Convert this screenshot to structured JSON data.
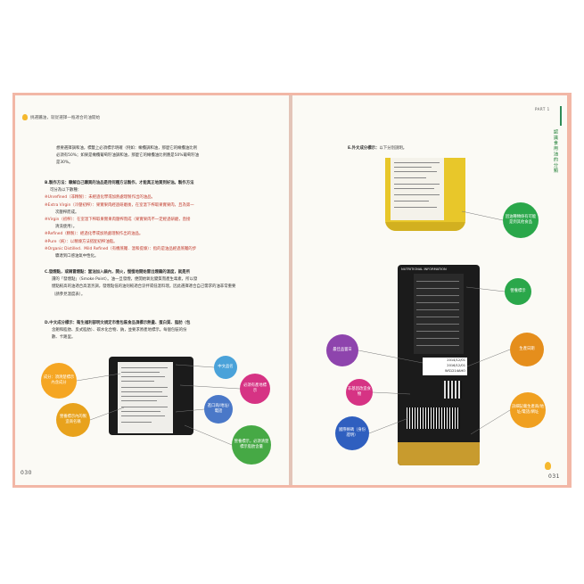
{
  "left_page": {
    "header": "挑選醬油，就從選擇一瓶適合的油開始",
    "page_number": "030",
    "intro": [
      "想要選擇調和油，標籤上必須標示明確（例如：橄欖調和油，那麼它的橄欖油比例",
      "必須有50%；如果是橄欖葡萄籽油調和油，那麼它的橄欖油比例應是50%葡萄籽油",
      "是30%。"
    ],
    "sections": [
      {
        "lines": [
          {
            "t": "B.製作方法：瞭解自己購買的油品是用何種方法製作，才能真正地買到好油。製作方法",
            "style": "bold"
          },
          {
            "t": "可分為以下數種：",
            "style": ""
          },
          {
            "t": "※Unrefined（非精製）：未經過化學或加熱處理製作出的油品。",
            "style": "hl"
          },
          {
            "t": "※Extra Virgin（冷壓初榨）：果實果肉經過研磨後，在室溫下榨取果實果肉，且為第一",
            "style": "hl"
          },
          {
            "t": "次壓榨而成。",
            "style": ""
          },
          {
            "t": "※Virgin（初榨）：在室溫下榨取果實果肉壓榨而成（果實果肉不一定經過研磨，直接",
            "style": "hl"
          },
          {
            "t": "清洗使用）。",
            "style": ""
          },
          {
            "t": "※Refined（精製）：經過化學或加熱處理製作出的油品。",
            "style": "hl"
          },
          {
            "t": "※Pure（純）：以精煉方法搭配初榨油脂。",
            "style": "hl"
          },
          {
            "t": "※Organic Distilled．Mild Refined（有機蒸餾．溫和提煉）：指的是油品經過蒸餾的步",
            "style": "hl"
          },
          {
            "t": "驟達到口感油氣中性化。",
            "style": ""
          }
        ]
      },
      {
        "lines": [
          {
            "t": "C.發煙點，或稱冒煙點：當油加入鍋內，開火，慢慢地開始冒出煙霧的溫度，就是所",
            "style": "bold"
          },
          {
            "t": "謂的「發煙點」（Smoke Point）。油一旦發煙，便開始氧化變質而產生毒素，所以發",
            "style": ""
          },
          {
            "t": "煙點較高的油適合高溫烹調，發煙點低的油則較適合涼拌或低溫料理。因此選擇適合自己需求的油非常重要",
            "style": ""
          },
          {
            "t": "（請參見溫度表）。",
            "style": ""
          }
        ]
      },
      {
        "lines": [
          {
            "t": "D.中文成分標示：衛生福利部明文規定市售包裝食品須標示熱量、蛋白質、脂肪（包",
            "style": "bold"
          },
          {
            "t": "含飽和脂肪、反式脂肪）、碳水化合物、鈉，並要求原產地標示。每個包裝的份",
            "style": ""
          },
          {
            "t": "數、卡路里。",
            "style": ""
          }
        ]
      }
    ],
    "circles": [
      {
        "key": "ingredients",
        "text": "成分：須清楚標示內含成分",
        "color": "#f5a623"
      },
      {
        "key": "nutrition",
        "text": "營養標示內的製造商名稱",
        "color": "#e8a21c"
      },
      {
        "key": "name",
        "text": "中文品名",
        "color": "#4aa2d9"
      },
      {
        "key": "origin",
        "text": "必須有產地標示",
        "color": "#d63384"
      },
      {
        "key": "importer",
        "text": "進口商/地址/電話",
        "color": "#4a78c8"
      },
      {
        "key": "label",
        "text": "營養標示，必須清楚標示脂肪含量",
        "color": "#46a945"
      }
    ]
  },
  "right_page": {
    "part_label": "PART 1",
    "side_tab": "認識食用油的分類",
    "page_number": "031",
    "heading_prefix": "E.外文成分標示：",
    "heading_rest": "以下分別說明。",
    "circles": [
      {
        "key": "oil_type",
        "text": "因油種類係有可能是到其他食品",
        "color": "#2aa74a"
      },
      {
        "key": "nutrition_label",
        "text": "營養標示",
        "color": "#2aa74a"
      },
      {
        "key": "best_before",
        "text": "最佳品嘗日",
        "color": "#8e44ad"
      },
      {
        "key": "production_date",
        "text": "生產日期",
        "color": "#e58e1c"
      },
      {
        "key": "origin_country",
        "text": "非基因改造食物",
        "color": "#d63384"
      },
      {
        "key": "importer_info",
        "text": "詳細記載生產商/地址/電話/網址",
        "color": "#f0a020"
      },
      {
        "key": "certification",
        "text": "國際條碼（身份證明）",
        "color": "#2f5fbf"
      }
    ],
    "bottle_label": {
      "title": "NUTRITIONAL INFORMATION",
      "dates": [
        "2014/12/01",
        "2016/12/01",
        "WS1214AHO"
      ]
    }
  },
  "colors": {
    "frame": "#f2b7a6",
    "paper": "#fbfaf5",
    "accent_red": "#c0392b",
    "accent_green": "#1e7e34"
  }
}
